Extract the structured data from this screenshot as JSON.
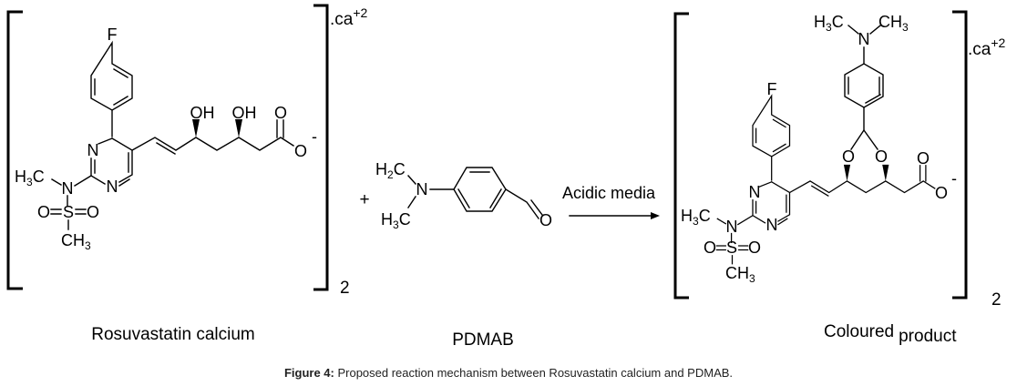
{
  "reactant1": {
    "name": "Rosuvastatin calcium",
    "counterion": ".ca",
    "charge": "+2",
    "multiplier": "2",
    "atoms": {
      "F": "F",
      "N3": "N",
      "N1": "N",
      "N_amine": "N",
      "methyl_N": "H3C",
      "S": "S",
      "O_left": "O",
      "O_right": "O",
      "methyl_S": "CH3",
      "OH1": "OH",
      "OH2": "OH",
      "O_carbonyl": "O",
      "O_anion": "O",
      "minus": "-"
    }
  },
  "plus": "+",
  "reactant2": {
    "name": "PDMAB",
    "atoms": {
      "N": "N",
      "methyl_top": "H2C",
      "methyl_bottom": "H3C",
      "O": "O"
    }
  },
  "arrow": {
    "label": "Acidic media"
  },
  "product": {
    "name_part1": "Coloured",
    "name_part2": "product",
    "counterion": ".ca",
    "charge": "+2",
    "multiplier": "2",
    "atoms": {
      "F": "F",
      "N3": "N",
      "N1": "N",
      "N_amine": "N",
      "methyl_N": "H3C",
      "S": "S",
      "O_left": "O",
      "O_right": "O",
      "methyl_S": "CH3",
      "O_acetal1": "O",
      "O_acetal2": "O",
      "O_carbonyl": "O",
      "O_anion": "O",
      "minus": "-",
      "N_dimethyl": "N",
      "methyl_a": "H3C",
      "methyl_b": "CH3"
    }
  },
  "caption": {
    "label": "Figure 4:",
    "text": " Proposed reaction mechanism between Rosuvastatin calcium and PDMAB."
  }
}
